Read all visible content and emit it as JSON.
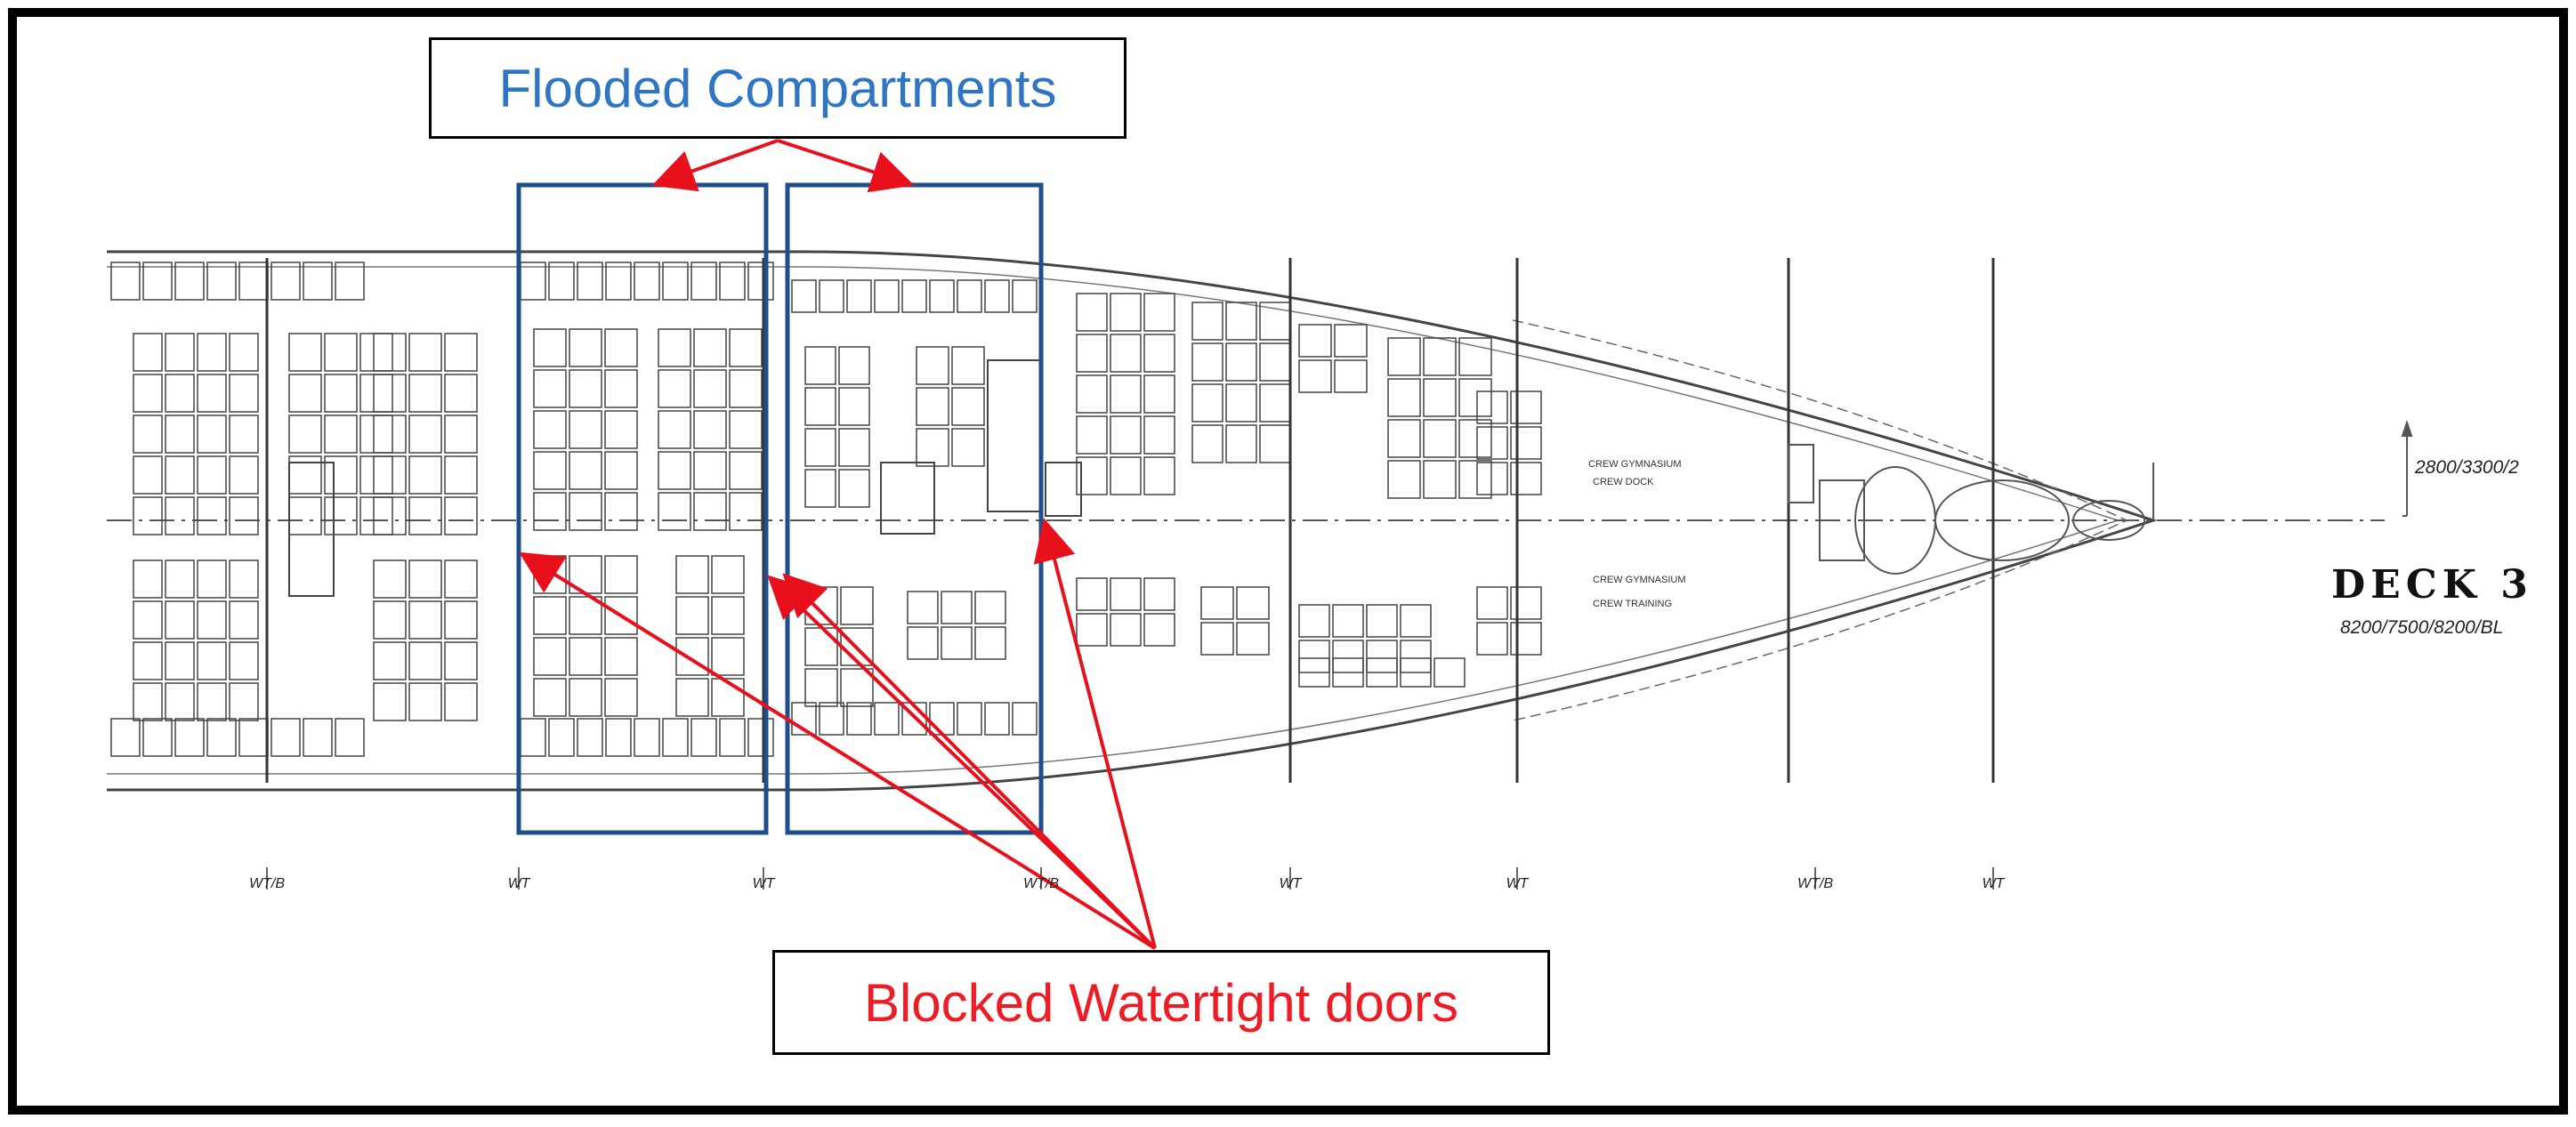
{
  "callouts": {
    "flooded": "Flooded Compartments",
    "blocked": "Blocked Watertight doors"
  },
  "deck": {
    "title": "DECK 3",
    "dims": "8200/7500/8200/BL",
    "vertical_dims": "2800/3300/2"
  },
  "zone_labels": {
    "crew_gym_1": "CREW GYMNASIUM",
    "crew_gym_2": "CREW GYMNASIUM",
    "crew_training": "CREW TRAINING",
    "crew_dock": "CREW DOCK"
  },
  "bulkhead_marks": [
    "WT/B",
    "WT",
    "WT",
    "WT/B",
    "WT",
    "WT",
    "WT/B",
    "WT"
  ],
  "colors": {
    "flooded_box": "#1f4e8c",
    "flooded_text": "#2e75c4",
    "blocked_text": "#ee1c25",
    "arrow": "#e8101a",
    "drawing": "#333333"
  }
}
